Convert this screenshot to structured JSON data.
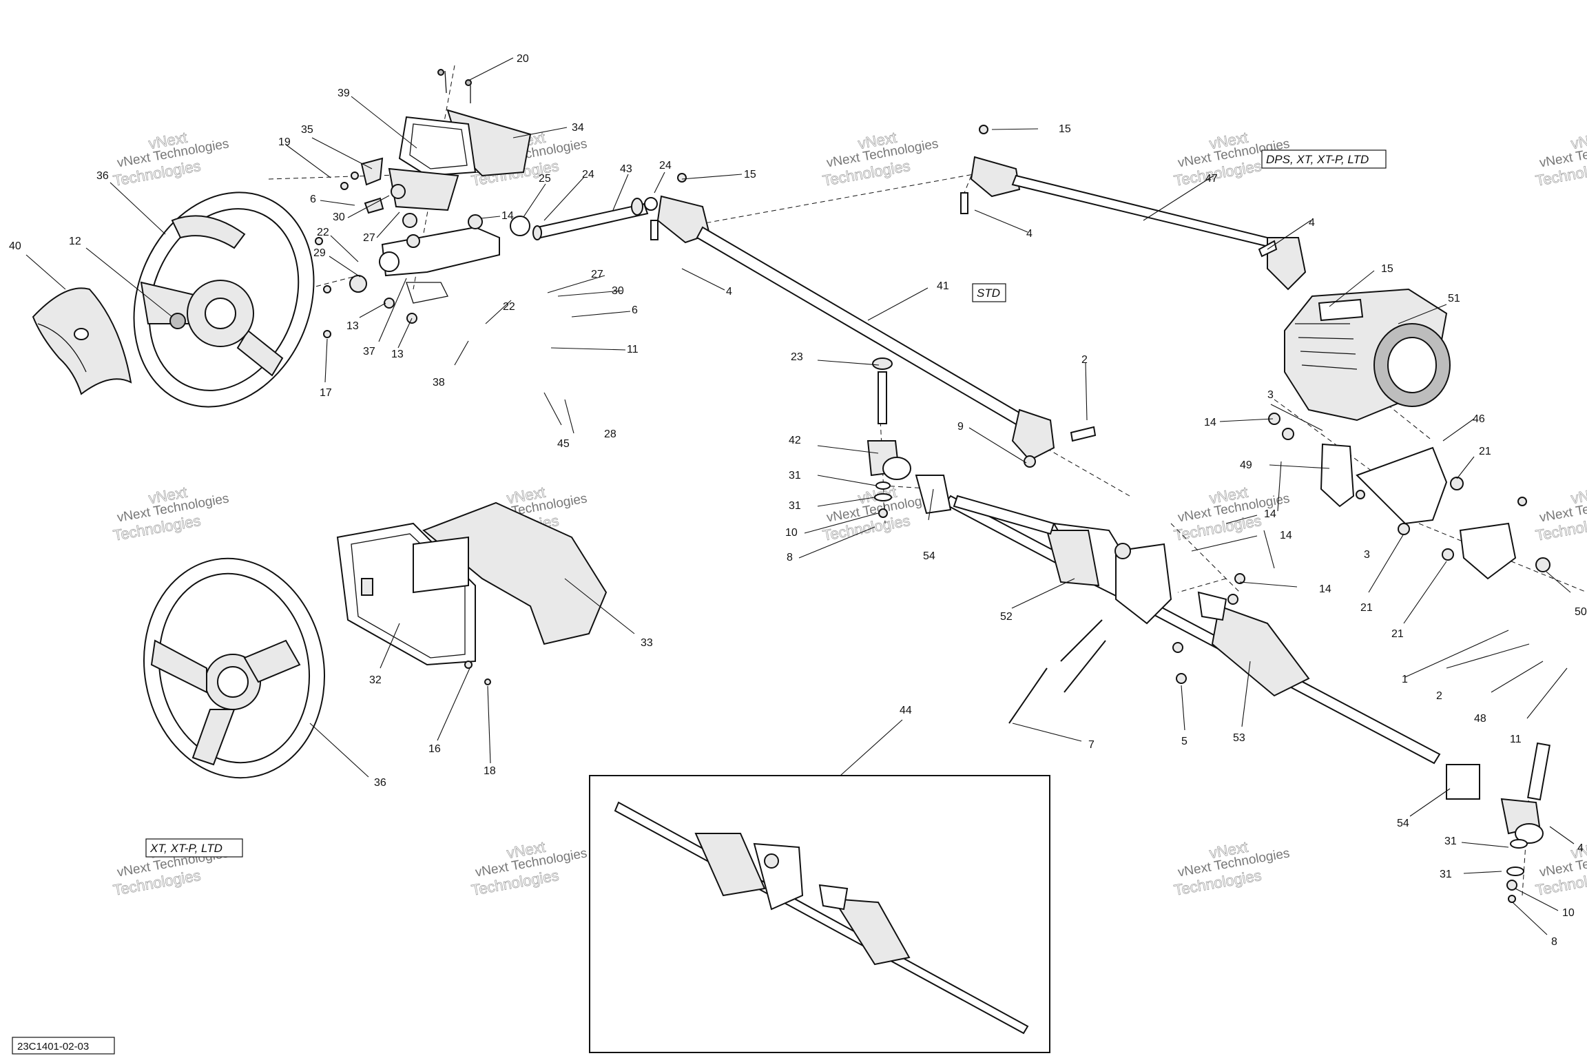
{
  "diagram": {
    "code": "23C1401-02-03",
    "variant_labels": {
      "dps": "DPS, XT, XT-P, LTD",
      "std": "STD",
      "xt": "XT, XT-P, LTD"
    },
    "watermark": {
      "line1": "vNext Technologies",
      "line2": "vNext",
      "line3": "Technologies"
    },
    "callouts": {
      "c20": "20",
      "c39": "39",
      "c34": "34",
      "c35": "35",
      "c19": "19",
      "c36a": "36",
      "c6a": "6",
      "c30a": "30",
      "c27a": "27",
      "c22a": "22",
      "c29": "29",
      "c12": "12",
      "c40": "40",
      "c13a": "13",
      "c37": "37",
      "c13b": "13",
      "c17": "17",
      "c25": "25",
      "c24a": "24",
      "c14a": "14",
      "c43": "43",
      "c24b": "24",
      "c15a": "15",
      "c4a": "4",
      "c27b": "27",
      "c30b": "30",
      "c6b": "6",
      "c22b": "22",
      "c11a": "11",
      "c38": "38",
      "c45": "45",
      "c28": "28",
      "c41": "41",
      "c15b": "15",
      "c4b": "4",
      "c47": "47",
      "c4c": "4",
      "c15c": "15",
      "c51": "51",
      "c2a": "2",
      "c23": "23",
      "c42": "42",
      "c31a": "31",
      "c31b": "31",
      "c10a": "10",
      "c8a": "8",
      "c54a": "54",
      "c9": "9",
      "c3a": "3",
      "c14b": "14",
      "c46": "46",
      "c49": "49",
      "c21a": "21",
      "c14c": "14",
      "c14d": "14",
      "c3b": "3",
      "c21b": "21",
      "c21c": "21",
      "c52": "52",
      "c14e": "14",
      "c50": "50",
      "c1": "1",
      "c2b": "2",
      "c48": "48",
      "c11b": "11",
      "c5": "5",
      "c53": "53",
      "c7": "7",
      "c54b": "54",
      "c4d": "4",
      "c31c": "31",
      "c31d": "31",
      "c10b": "10",
      "c8b": "8",
      "c33": "33",
      "c32": "32",
      "c16": "16",
      "c18": "18",
      "c36b": "36",
      "c44": "44"
    }
  }
}
